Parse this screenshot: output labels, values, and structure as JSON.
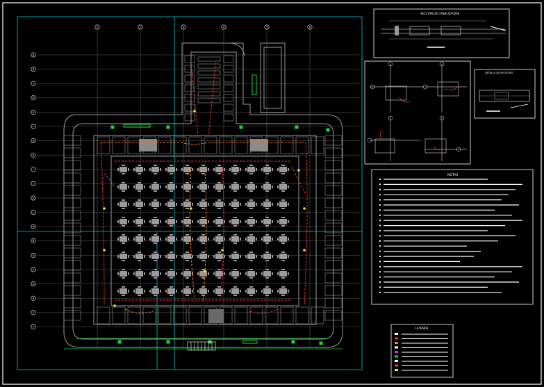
{
  "colors": {
    "background": "#000000",
    "cyan": "#00c8d2",
    "white": "#ffffff",
    "gray": "#9a9a9a",
    "green": "#20d040",
    "red": "#ff3030",
    "orange": "#ff8020",
    "magenta": "#d040d0",
    "yellow": "#f0e040"
  },
  "grid_columns": [
    "1",
    "2",
    "3",
    "4",
    "5",
    "6"
  ],
  "grid_rows": [
    "A",
    "B",
    "C",
    "D",
    "E",
    "F",
    "G",
    "H",
    "I",
    "J",
    "K",
    "L",
    "M",
    "N",
    "O",
    "P",
    "Q",
    "R",
    "S",
    "T"
  ],
  "detail_titles": {
    "section_top": "SECCIÓN DE CANALIZACIÓN",
    "section_right": "DETALLE DE REGISTRO"
  },
  "notes_title": "NOTAS",
  "legend_title": "LEYENDA"
}
